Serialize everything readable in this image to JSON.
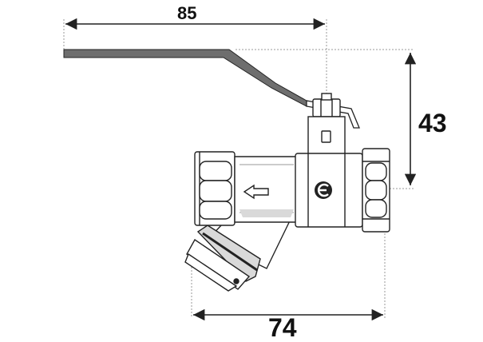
{
  "dimensions": {
    "handle_length": "85",
    "height": "43",
    "body_length": "74"
  },
  "colors": {
    "line": "#222222",
    "dash": "#9a9a9a",
    "handle": "#6e6e6e",
    "body_fill": "#ffffff",
    "shade": "#d9d9d9"
  },
  "icons": {
    "flow": "flow-direction-arrow-icon",
    "brand": "brand-logo-icon"
  }
}
